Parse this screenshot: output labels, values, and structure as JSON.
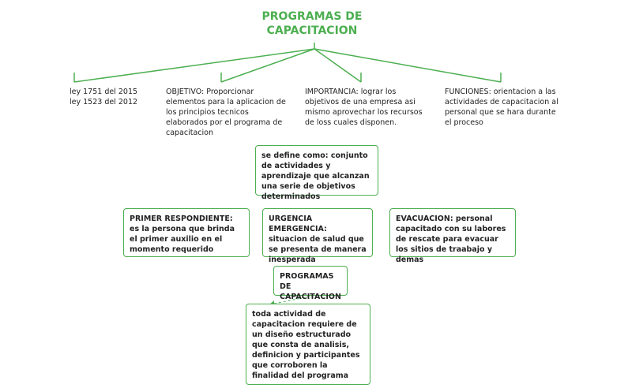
{
  "title": "PROGRAMAS DE CAPACITACION",
  "nodes": {
    "ley": "ley 1751 del 2015\nley 1523 del 2012",
    "objetivo": "OBJETIVO: Proporcionar elementos para la aplicacion de los principios tecnicos elaborados por el programa de capacitacion",
    "importancia": "IMPORTANCIA: lograr los objetivos de una empresa asi mismo aprovechar los recursos de loss cuales disponen.",
    "funciones": "FUNCIONES: orientacion a las actividades de capacitacion al personal que se hara durante el proceso",
    "se_define": "se define como: conjunto de actividades y aprendizaje que alcanzan una serie de objetivos determinados",
    "primer_respondiente": "PRIMER RESPONDIENTE: es la persona que brinda el primer auxilio en el momento requerido",
    "urgencia": "URGENCIA EMERGENCIA: situacion de salud que se presenta de manera inesperada",
    "evacuacion": "EVACUACION: personal capacitado con su labores de rescate para evacuar los sitios de traabajo y demas",
    "programas_box": "PROGRAMAS DE CAPACITACION",
    "toda_actividad": "toda actividad de capacitacion requiere de un diseño estructurado que consta de analisis, definicion y participantes que corroboren la finalidad del programa"
  },
  "colors": {
    "accent": "#4caf50",
    "text": "#222222",
    "background": "#ffffff"
  }
}
